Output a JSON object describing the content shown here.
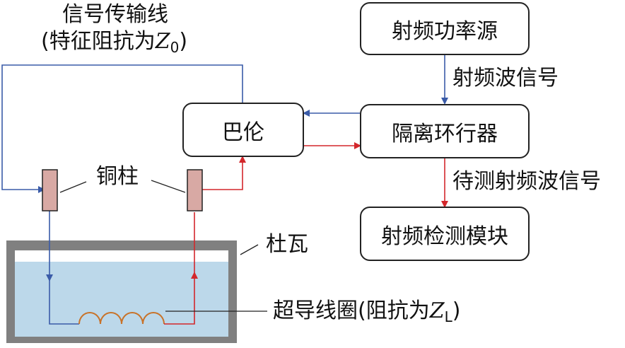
{
  "boxes": {
    "rf_source": "射频功率源",
    "balun": "巴伦",
    "circulator": "隔离环行器",
    "detector": "射频检测模块"
  },
  "labels": {
    "line_title": "信号传输线",
    "line_impedance_prefix": "(特征阻抗为",
    "line_impedance_symbol": "Z",
    "line_impedance_sub": "0",
    "line_impedance_suffix": ")",
    "rf_wave": "射频波信号",
    "measured_wave": "待测射频波信号",
    "copper_posts": "铜柱",
    "dewar": "杜瓦",
    "coil_prefix": "超导线圈(阻抗为",
    "coil_symbol": "Z",
    "coil_sub": "L",
    "coil_suffix": ")"
  },
  "colors": {
    "blue_wire": "#3a5ba8",
    "red_wire": "#d3272b",
    "copper_post": "#d8a9a4",
    "liquid": "#bcd8ea",
    "dewar_wall": "#808080",
    "coil": "#c8732a"
  }
}
